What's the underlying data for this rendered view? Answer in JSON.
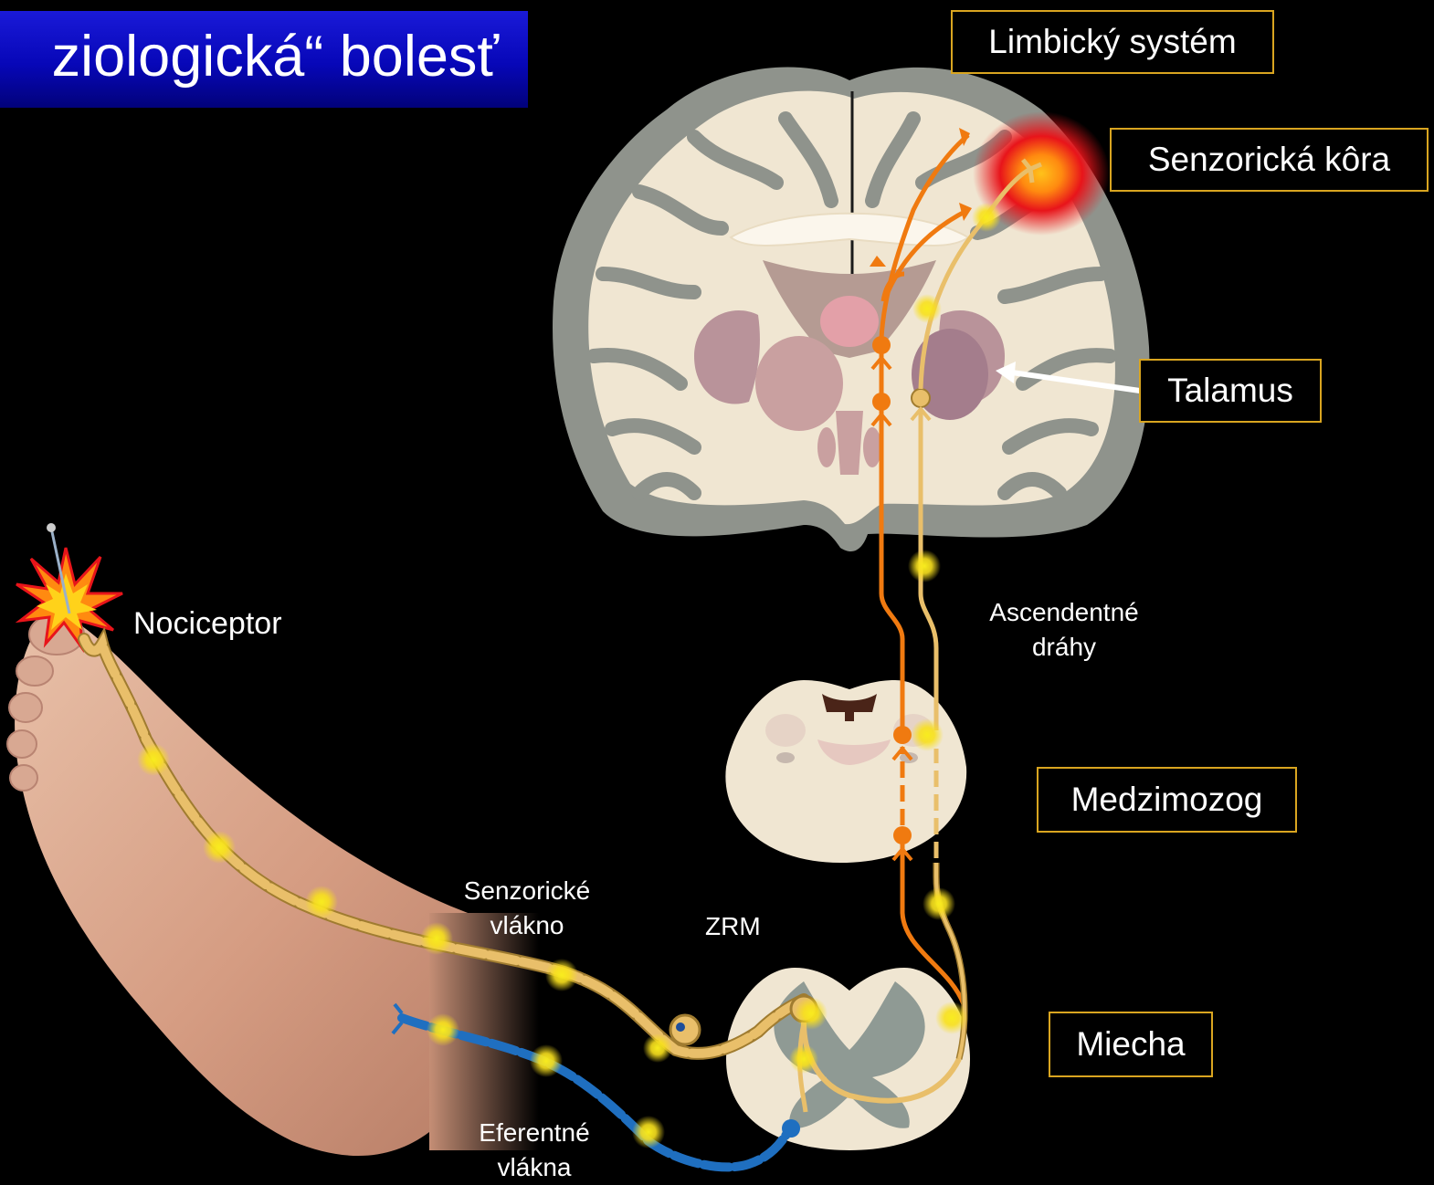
{
  "title": "ziologická“ bolesť",
  "labels": {
    "limbic": "Limbický systém",
    "sensory_cortex": "Senzorická kôra",
    "thalamus": "Talamus",
    "ascending_line1": "Ascendentné",
    "ascending_line2": "dráhy",
    "brainstem": "Medzimozog",
    "nociceptor": "Nociceptor",
    "sensory_fiber_line1": "Senzorické",
    "sensory_fiber_line2": "vlákno",
    "zrm": "ZRM",
    "spinal_cord": "Miecha",
    "efferent_line1": "Eferentné",
    "efferent_line2": "vlákna"
  },
  "colors": {
    "title_bg": "#0a0ac8",
    "label_border": "#d9a520",
    "orange_pathway": "#f07a10",
    "sensory_pathway": "#e9bf6a",
    "efferent_pathway": "#1f6fc0",
    "grey_matter": "#8f938c",
    "white_matter": "#f0e6d2",
    "pain_highlight": "#e8141a",
    "signal_dot": "#f8ec1e"
  }
}
